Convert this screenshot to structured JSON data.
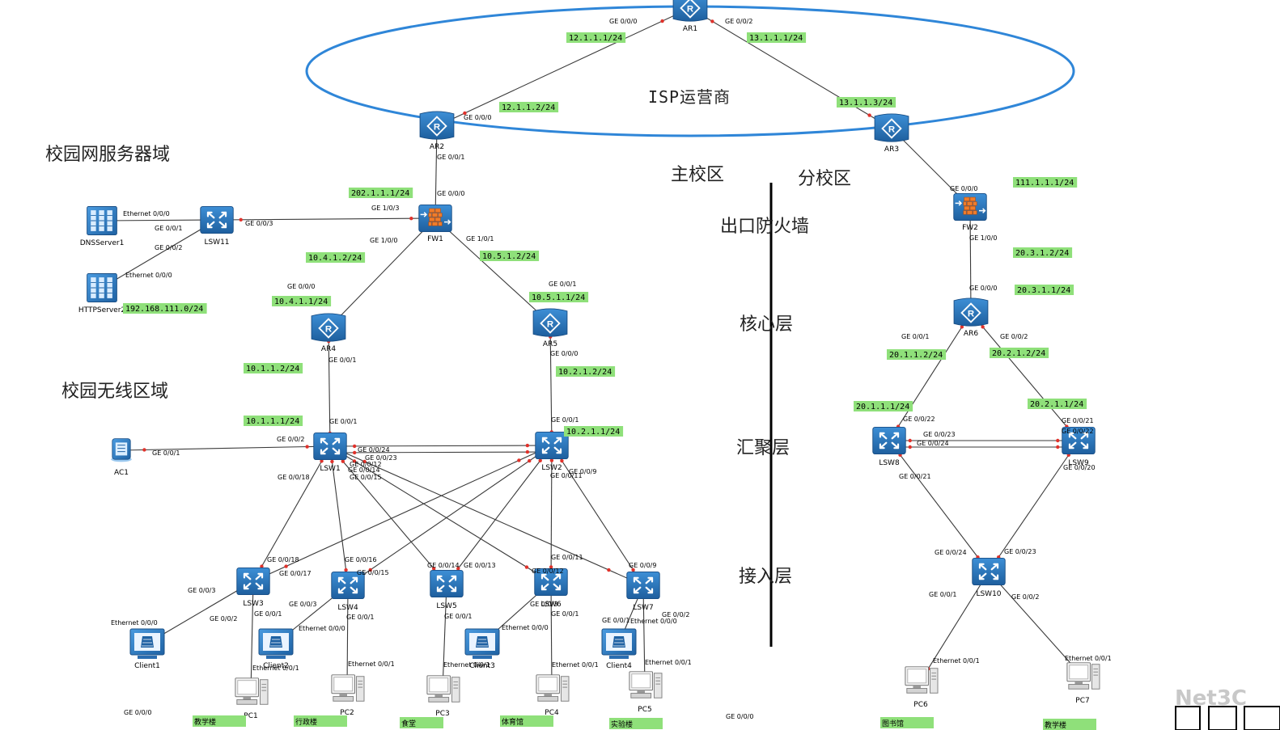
{
  "diagram": {
    "ellipse_label": "ISP运营商",
    "watermark": "Net3C",
    "regions": [
      {
        "id": "server",
        "text": "校园网服务器域"
      },
      {
        "id": "wireless",
        "text": "校园无线区域"
      },
      {
        "id": "main",
        "text": "主校区"
      },
      {
        "id": "branch",
        "text": "分校区"
      },
      {
        "id": "exit",
        "text": "出口防火墙"
      },
      {
        "id": "core",
        "text": "核心层"
      },
      {
        "id": "agg",
        "text": "汇聚层"
      },
      {
        "id": "access",
        "text": "接入层"
      }
    ],
    "bottom_tags": [
      {
        "id": "t1",
        "text": "教学楼"
      },
      {
        "id": "t2",
        "text": "行政楼"
      },
      {
        "id": "t3",
        "text": "食堂"
      },
      {
        "id": "t4",
        "text": "体育馆"
      },
      {
        "id": "t5",
        "text": "实验楼"
      },
      {
        "id": "t6",
        "text": "图书馆"
      },
      {
        "id": "t7",
        "text": "教学楼"
      }
    ],
    "devices": [
      {
        "id": "AR1",
        "type": "router",
        "label": "AR1"
      },
      {
        "id": "AR2",
        "type": "router",
        "label": "AR2"
      },
      {
        "id": "AR3",
        "type": "router",
        "label": "AR3"
      },
      {
        "id": "AR4",
        "type": "router",
        "label": "AR4"
      },
      {
        "id": "AR5",
        "type": "router",
        "label": "AR5"
      },
      {
        "id": "AR6",
        "type": "router",
        "label": "AR6"
      },
      {
        "id": "FW1",
        "type": "firewall",
        "label": "FW1"
      },
      {
        "id": "FW2",
        "type": "firewall",
        "label": "FW2"
      },
      {
        "id": "LSW11",
        "type": "switch",
        "label": "LSW11"
      },
      {
        "id": "LSW1",
        "type": "switch",
        "label": "LSW1"
      },
      {
        "id": "LSW2",
        "type": "switch",
        "label": "LSW2"
      },
      {
        "id": "LSW3",
        "type": "switch",
        "label": "LSW3"
      },
      {
        "id": "LSW4",
        "type": "switch",
        "label": "LSW4"
      },
      {
        "id": "LSW5",
        "type": "switch",
        "label": "LSW5"
      },
      {
        "id": "LSW6",
        "type": "switch",
        "label": "LSW6"
      },
      {
        "id": "LSW7",
        "type": "switch",
        "label": "LSW7"
      },
      {
        "id": "LSW8",
        "type": "switch",
        "label": "LSW8"
      },
      {
        "id": "LSW9",
        "type": "switch",
        "label": "LSW9"
      },
      {
        "id": "LSW10",
        "type": "switch",
        "label": "LSW10"
      },
      {
        "id": "DNS",
        "type": "server",
        "label": "DNSServer1"
      },
      {
        "id": "HTTP",
        "type": "server",
        "label": "HTTPServer2"
      },
      {
        "id": "AC1",
        "type": "ac",
        "label": "AC1"
      },
      {
        "id": "Client1",
        "type": "client",
        "label": "Client1"
      },
      {
        "id": "Client2",
        "type": "client",
        "label": "Client2"
      },
      {
        "id": "Client3",
        "type": "client",
        "label": "Client3"
      },
      {
        "id": "Client4",
        "type": "client",
        "label": "Client4"
      },
      {
        "id": "PC1",
        "type": "pc",
        "label": "PC1"
      },
      {
        "id": "PC2",
        "type": "pc",
        "label": "PC2"
      },
      {
        "id": "PC3",
        "type": "pc",
        "label": "PC3"
      },
      {
        "id": "PC4",
        "type": "pc",
        "label": "PC4"
      },
      {
        "id": "PC5",
        "type": "pc",
        "label": "PC5"
      },
      {
        "id": "PC6",
        "type": "pc",
        "label": "PC6"
      },
      {
        "id": "PC7",
        "type": "pc",
        "label": "PC7"
      }
    ],
    "links": [
      {
        "from": "AR1",
        "to": "AR2"
      },
      {
        "from": "AR1",
        "to": "AR3"
      },
      {
        "from": "AR2",
        "to": "FW1"
      },
      {
        "from": "AR3",
        "to": "FW2"
      },
      {
        "from": "FW1",
        "to": "LSW11"
      },
      {
        "from": "LSW11",
        "to": "DNS"
      },
      {
        "from": "LSW11",
        "to": "HTTP"
      },
      {
        "from": "FW1",
        "to": "AR4"
      },
      {
        "from": "FW1",
        "to": "AR5"
      },
      {
        "from": "AR4",
        "to": "LSW1"
      },
      {
        "from": "AR5",
        "to": "LSW2"
      },
      {
        "from": "LSW1",
        "to": "AC1"
      },
      {
        "from": "LSW1",
        "to": "LSW2"
      },
      {
        "from": "LSW1",
        "to": "LSW2"
      },
      {
        "from": "LSW1",
        "to": "LSW3"
      },
      {
        "from": "LSW1",
        "to": "LSW4"
      },
      {
        "from": "LSW1",
        "to": "LSW5"
      },
      {
        "from": "LSW1",
        "to": "LSW6"
      },
      {
        "from": "LSW1",
        "to": "LSW7"
      },
      {
        "from": "LSW2",
        "to": "LSW3"
      },
      {
        "from": "LSW2",
        "to": "LSW4"
      },
      {
        "from": "LSW2",
        "to": "LSW5"
      },
      {
        "from": "LSW2",
        "to": "LSW6"
      },
      {
        "from": "LSW2",
        "to": "LSW7"
      },
      {
        "from": "LSW3",
        "to": "Client1"
      },
      {
        "from": "LSW3",
        "to": "PC1"
      },
      {
        "from": "LSW4",
        "to": "Client2"
      },
      {
        "from": "LSW4",
        "to": "PC2"
      },
      {
        "from": "LSW5",
        "to": "PC3"
      },
      {
        "from": "LSW6",
        "to": "Client3"
      },
      {
        "from": "LSW6",
        "to": "PC4"
      },
      {
        "from": "LSW7",
        "to": "Client4"
      },
      {
        "from": "LSW7",
        "to": "PC5"
      },
      {
        "from": "FW2",
        "to": "AR6"
      },
      {
        "from": "AR6",
        "to": "LSW8"
      },
      {
        "from": "AR6",
        "to": "LSW9"
      },
      {
        "from": "LSW8",
        "to": "LSW9"
      },
      {
        "from": "LSW8",
        "to": "LSW9"
      },
      {
        "from": "LSW8",
        "to": "LSW10"
      },
      {
        "from": "LSW9",
        "to": "LSW10"
      },
      {
        "from": "LSW10",
        "to": "PC6"
      },
      {
        "from": "LSW10",
        "to": "PC7"
      }
    ],
    "ips": [
      {
        "id": "ip01",
        "text": "12.1.1.1/24"
      },
      {
        "id": "ip02",
        "text": "13.1.1.1/24"
      },
      {
        "id": "ip03",
        "text": "12.1.1.2/24"
      },
      {
        "id": "ip04",
        "text": "13.1.1.3/24"
      },
      {
        "id": "ip05",
        "text": "202.1.1.1/24"
      },
      {
        "id": "ip06",
        "text": "111.1.1.1/24"
      },
      {
        "id": "ip07",
        "text": "10.4.1.2/24"
      },
      {
        "id": "ip08",
        "text": "10.5.1.2/24"
      },
      {
        "id": "ip09",
        "text": "10.4.1.1/24"
      },
      {
        "id": "ip10",
        "text": "10.5.1.1/24"
      },
      {
        "id": "ip11",
        "text": "192.168.111.0/24"
      },
      {
        "id": "ip12",
        "text": "10.1.1.2/24"
      },
      {
        "id": "ip13",
        "text": "10.2.1.2/24"
      },
      {
        "id": "ip14",
        "text": "10.1.1.1/24"
      },
      {
        "id": "ip15",
        "text": "10.2.1.1/24"
      },
      {
        "id": "ip16",
        "text": "20.3.1.2/24"
      },
      {
        "id": "ip17",
        "text": "20.3.1.1/24"
      },
      {
        "id": "ip18",
        "text": "20.1.1.2/24"
      },
      {
        "id": "ip19",
        "text": "20.2.1.2/24"
      },
      {
        "id": "ip20",
        "text": "20.1.1.1/24"
      },
      {
        "id": "ip21",
        "text": "20.2.1.1/24"
      }
    ],
    "ports": [
      {
        "id": "p01",
        "text": "GE 0/0/0"
      },
      {
        "id": "p02",
        "text": "GE 0/0/2"
      },
      {
        "id": "p03",
        "text": "GE 0/0/0"
      },
      {
        "id": "p04",
        "text": "GE 0/0/1"
      },
      {
        "id": "p05",
        "text": "GE 0/0/0"
      },
      {
        "id": "p06",
        "text": "GE 1/0/3"
      },
      {
        "id": "p07",
        "text": "GE 1/0/0"
      },
      {
        "id": "p08",
        "text": "GE 1/0/1"
      },
      {
        "id": "p09",
        "text": "GE 0/0/3"
      },
      {
        "id": "p10",
        "text": "Ethernet 0/0/0"
      },
      {
        "id": "p11",
        "text": "GE 0/0/1"
      },
      {
        "id": "p12",
        "text": "GE 0/0/2"
      },
      {
        "id": "p13",
        "text": "Ethernet 0/0/0"
      },
      {
        "id": "p14",
        "text": "GE 0/0/0"
      },
      {
        "id": "p15",
        "text": "GE 0/0/1"
      },
      {
        "id": "p16",
        "text": "GE 0/0/1"
      },
      {
        "id": "p17",
        "text": "GE 0/0/0"
      },
      {
        "id": "p18",
        "text": "GE 0/0/1"
      },
      {
        "id": "p19",
        "text": "GE 0/0/2"
      },
      {
        "id": "p20",
        "text": "GE 0/0/1"
      },
      {
        "id": "p21",
        "text": "GE 0/0/1"
      },
      {
        "id": "p22",
        "text": "GE 0/0/24"
      },
      {
        "id": "p23",
        "text": "GE 0/0/23"
      },
      {
        "id": "p24",
        "text": "GE 0/0/18"
      },
      {
        "id": "p25",
        "text": "GE 0/0/15"
      },
      {
        "id": "p26",
        "text": "GE 0/0/14"
      },
      {
        "id": "p27",
        "text": "GE 0/0/12"
      },
      {
        "id": "p28",
        "text": "GE 0/0/11"
      },
      {
        "id": "p29",
        "text": "GE 0/0/9"
      },
      {
        "id": "p30",
        "text": "GE 0/0/18"
      },
      {
        "id": "p31",
        "text": "GE 0/0/17"
      },
      {
        "id": "p32",
        "text": "GE 0/0/16"
      },
      {
        "id": "p33",
        "text": "GE 0/0/15"
      },
      {
        "id": "p34",
        "text": "GE 0/0/14"
      },
      {
        "id": "p35",
        "text": "GE 0/0/13"
      },
      {
        "id": "p36",
        "text": "GE 0/0/12"
      },
      {
        "id": "p37",
        "text": "GE 0/0/11"
      },
      {
        "id": "p38",
        "text": "GE 0/0/9"
      },
      {
        "id": "p39",
        "text": "GE 0/0/3"
      },
      {
        "id": "p40",
        "text": "GE 0/0/2"
      },
      {
        "id": "p41",
        "text": "GE 0/0/1"
      },
      {
        "id": "p42",
        "text": "Ethernet 0/0/0"
      },
      {
        "id": "p43",
        "text": "Ethernet 0/0/1"
      },
      {
        "id": "p44",
        "text": "GE 0/0/3"
      },
      {
        "id": "p45",
        "text": "GE 0/0/1"
      },
      {
        "id": "p46",
        "text": "Ethernet 0/0/0"
      },
      {
        "id": "p47",
        "text": "Ethernet 0/0/1"
      },
      {
        "id": "p48",
        "text": "GE 0/0/1"
      },
      {
        "id": "p49",
        "text": "Ethernet 0/0/1"
      },
      {
        "id": "p50",
        "text": "GE 0/0/3"
      },
      {
        "id": "p51",
        "text": "GE 0/0/1"
      },
      {
        "id": "p52",
        "text": "Ethernet 0/0/0"
      },
      {
        "id": "p53",
        "text": "Ethernet 0/0/1"
      },
      {
        "id": "p54",
        "text": "GE 0/0/1"
      },
      {
        "id": "p55",
        "text": "GE 0/0/2"
      },
      {
        "id": "p56",
        "text": "Ethernet 0/0/0"
      },
      {
        "id": "p57",
        "text": "Ethernet 0/0/1"
      },
      {
        "id": "p58",
        "text": "GE 0/0/0"
      },
      {
        "id": "p59",
        "text": "GE 0/0/0"
      },
      {
        "id": "p60",
        "text": "GE 0/0/0"
      },
      {
        "id": "p61",
        "text": "GE 1/0/0"
      },
      {
        "id": "p62",
        "text": "GE 0/0/0"
      },
      {
        "id": "p63",
        "text": "GE 0/0/1"
      },
      {
        "id": "p64",
        "text": "GE 0/0/2"
      },
      {
        "id": "p65",
        "text": "GE 0/0/22"
      },
      {
        "id": "p66",
        "text": "GE 0/0/23"
      },
      {
        "id": "p67",
        "text": "GE 0/0/24"
      },
      {
        "id": "p68",
        "text": "GE 0/0/21"
      },
      {
        "id": "p69",
        "text": "GE 0/0/21"
      },
      {
        "id": "p70",
        "text": "GE 0/0/22"
      },
      {
        "id": "p71",
        "text": "GE 0/0/20"
      },
      {
        "id": "p72",
        "text": "GE 0/0/24"
      },
      {
        "id": "p73",
        "text": "GE 0/0/23"
      },
      {
        "id": "p74",
        "text": "GE 0/0/1"
      },
      {
        "id": "p75",
        "text": "GE 0/0/2"
      },
      {
        "id": "p76",
        "text": "Ethernet 0/0/1"
      },
      {
        "id": "p77",
        "text": "Ethernet 0/0/1"
      }
    ]
  }
}
